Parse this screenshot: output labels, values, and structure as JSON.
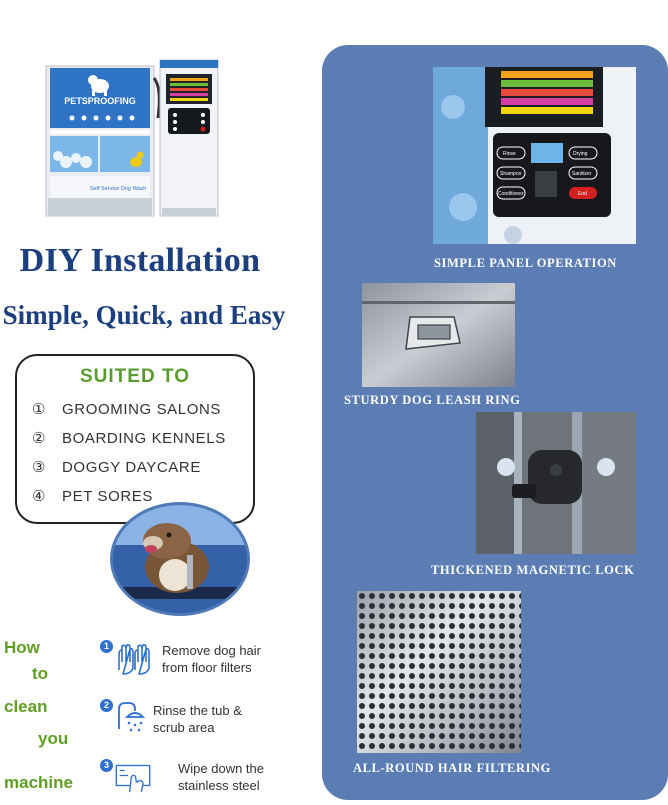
{
  "machine": {
    "brand": "PETSPROOFING",
    "tagline": "Self Service Dog Wash"
  },
  "title": "DIY Installation",
  "subtitle": "Simple, Quick, and Easy",
  "suited": {
    "heading": "SUITED TO",
    "items": [
      {
        "num": "①",
        "label": "GROOMING SALONS"
      },
      {
        "num": "②",
        "label": "BOARDING KENNELS"
      },
      {
        "num": "③",
        "label": "DOGGY DAYCARE"
      },
      {
        "num": "④",
        "label": "PET SORES"
      }
    ]
  },
  "howto": {
    "words": [
      "How",
      "to",
      "clean",
      "you",
      "machine"
    ]
  },
  "steps": [
    {
      "num": "1",
      "line1": "Remove dog hair",
      "line2": "from floor filters",
      "icon": "hands-icon"
    },
    {
      "num": "2",
      "line1": "Rinse the tub &",
      "line2": "scrub area",
      "icon": "shower-icon"
    },
    {
      "num": "3",
      "line1": "Wipe down the",
      "line2": "stainless steel",
      "icon": "wipe-icon"
    }
  ],
  "features": [
    {
      "label": "SIMPLE PANEL OPERATION"
    },
    {
      "label": "STURDY DOG LEASH RING"
    },
    {
      "label": "THICKENED MAGNETIC LOCK"
    },
    {
      "label": "ALL-ROUND HAIR FILTERING"
    }
  ],
  "panel_buttons": [
    "Rinse",
    "Drying",
    "Shampoo",
    "Sanitizer",
    "Conditioner",
    "End"
  ],
  "colors": {
    "title_blue": "#1c3f80",
    "green": "#5f9f24",
    "panel_blue": "#5b7db4",
    "end_red": "#d42020"
  }
}
